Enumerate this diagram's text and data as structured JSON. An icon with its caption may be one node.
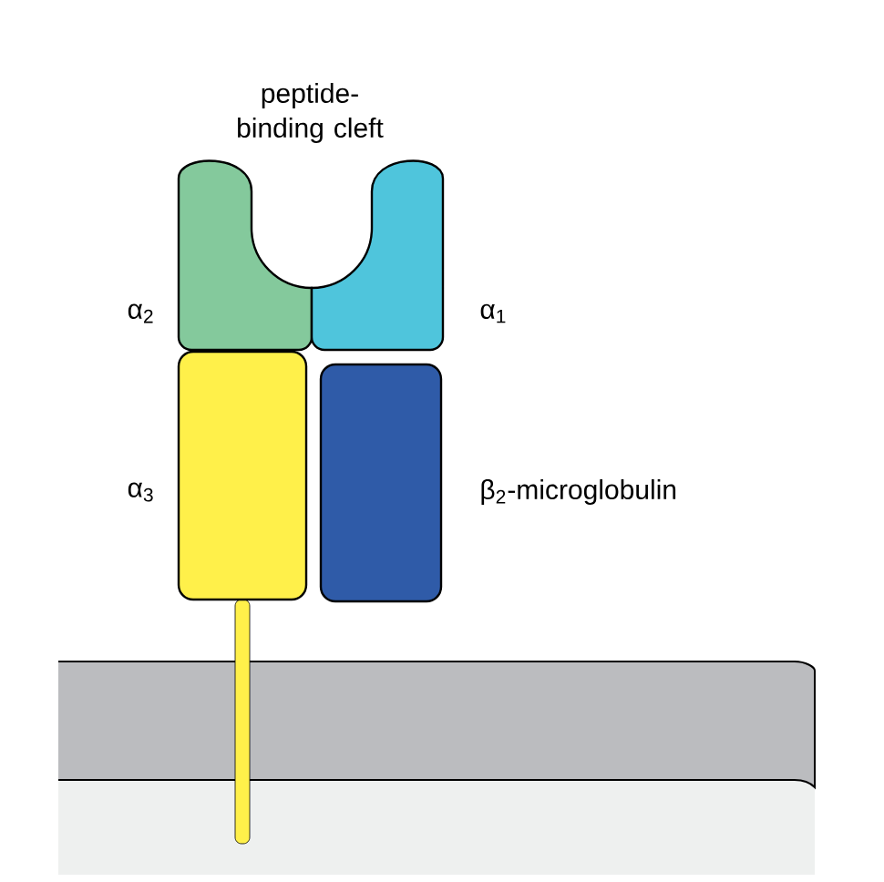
{
  "diagram": {
    "nodes": [
      {
        "text": [],
        "shape": "box",
        "beside": [
          "α$_{2}$"
        ]
      },
      {
        "text": [],
        "shape": "box",
        "beside": [
          "α$_{1}$"
        ]
      },
      {
        "text": [],
        "shape": "box",
        "beside": [
          "α$_{3}$"
        ]
      },
      {
        "text": [],
        "shape": "box",
        "beside": [
          "β$_{2}$-microglobulin"
        ]
      }
    ],
    "labels": [
      "peptide-binding cleft"
    ]
  }
}
